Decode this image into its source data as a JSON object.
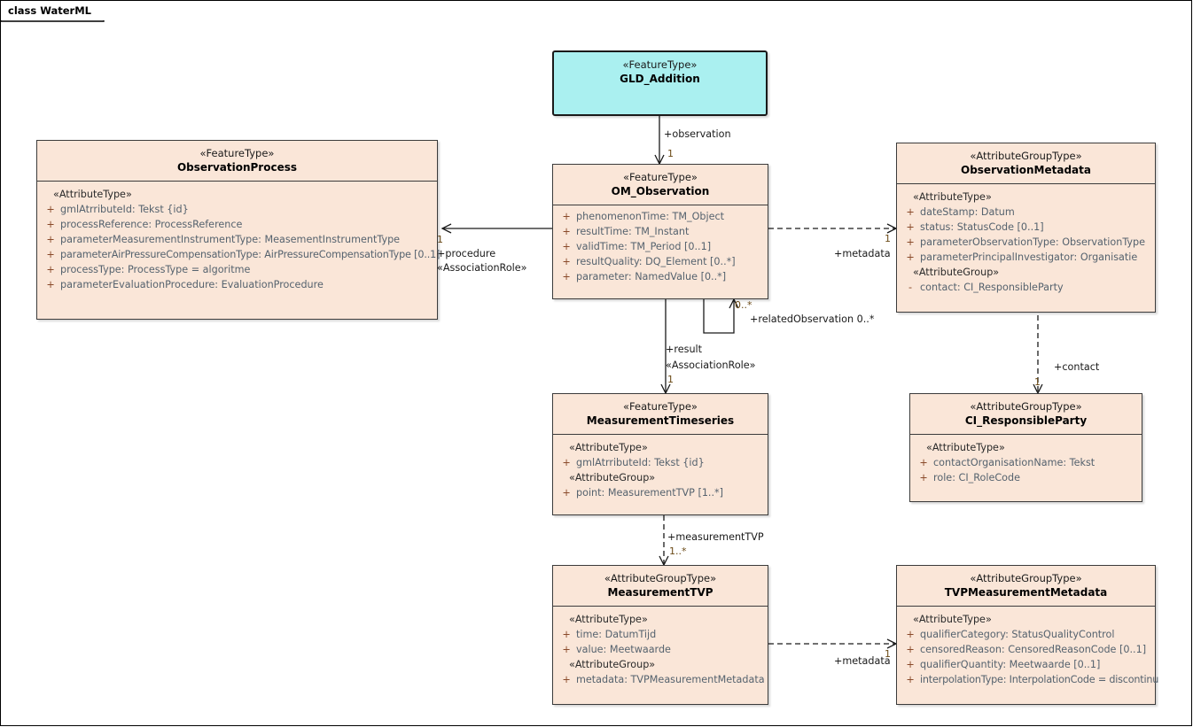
{
  "diagram": {
    "frame_title": "class WaterML",
    "title_prefix": "class",
    "title_name": "WaterML"
  },
  "colors": {
    "class_fill": "#FAE6D8",
    "highlight_fill": "#AAF0F0",
    "border": "#3B3B3B",
    "attr_text": "#55626E",
    "visibility": "#8A4A2A",
    "multiplicity": "#6B4A16",
    "canvas": "#FFFFFF"
  },
  "classes": [
    {
      "id": "gld_addition",
      "stereotype": "«FeatureType»",
      "name": "GLD_Addition",
      "highlight": true,
      "groups": []
    },
    {
      "id": "observation_process",
      "stereotype": "«FeatureType»",
      "name": "ObservationProcess",
      "highlight": false,
      "groups": [
        {
          "label": "«AttributeType»",
          "attributes": [
            {
              "visibility": "+",
              "text": "gmlAtrributeId: Tekst {id}"
            },
            {
              "visibility": "+",
              "text": "processReference: ProcessReference"
            },
            {
              "visibility": "+",
              "text": "parameterMeasurementInstrumentType: MeasementInstrumentType"
            },
            {
              "visibility": "+",
              "text": "parameterAirPressureCompensationType: AirPressureCompensationType [0..1]"
            },
            {
              "visibility": "+",
              "text": "processType: ProcessType = algoritme"
            },
            {
              "visibility": "+",
              "text": "parameterEvaluationProcedure: EvaluationProcedure"
            }
          ]
        }
      ]
    },
    {
      "id": "om_observation",
      "stereotype": "«FeatureType»",
      "name": "OM_Observation",
      "highlight": false,
      "groups": [
        {
          "label": "",
          "attributes": [
            {
              "visibility": "+",
              "text": "phenomenonTime: TM_Object"
            },
            {
              "visibility": "+",
              "text": "resultTime: TM_Instant"
            },
            {
              "visibility": "+",
              "text": "validTime: TM_Period [0..1]"
            },
            {
              "visibility": "+",
              "text": "resultQuality: DQ_Element [0..*]"
            },
            {
              "visibility": "+",
              "text": "parameter: NamedValue [0..*]"
            }
          ]
        }
      ]
    },
    {
      "id": "observation_metadata",
      "stereotype": "«AttributeGroupType»",
      "name": "ObservationMetadata",
      "highlight": false,
      "groups": [
        {
          "label": "«AttributeType»",
          "attributes": [
            {
              "visibility": "+",
              "text": "dateStamp: Datum"
            },
            {
              "visibility": "+",
              "text": "status: StatusCode [0..1]"
            },
            {
              "visibility": "+",
              "text": "parameterObservationType: ObservationType"
            },
            {
              "visibility": "+",
              "text": "parameterPrincipalInvestigator: Organisatie"
            }
          ]
        },
        {
          "label": "«AttributeGroup»",
          "attributes": [
            {
              "visibility": "-",
              "text": "contact: CI_ResponsibleParty"
            }
          ]
        }
      ]
    },
    {
      "id": "measurement_timeseries",
      "stereotype": "«FeatureType»",
      "name": "MeasurementTimeseries",
      "highlight": false,
      "groups": [
        {
          "label": "«AttributeType»",
          "attributes": [
            {
              "visibility": "+",
              "text": "gmlAtrributeId: Tekst {id}"
            }
          ]
        },
        {
          "label": "«AttributeGroup»",
          "attributes": [
            {
              "visibility": "+",
              "text": "point: MeasurementTVP [1..*]"
            }
          ]
        }
      ]
    },
    {
      "id": "ci_responsible_party",
      "stereotype": "«AttributeGroupType»",
      "name": "CI_ResponsibleParty",
      "highlight": false,
      "groups": [
        {
          "label": "«AttributeType»",
          "attributes": [
            {
              "visibility": "+",
              "text": "contactOrganisationName: Tekst"
            },
            {
              "visibility": "+",
              "text": "role: CI_RoleCode"
            }
          ]
        }
      ]
    },
    {
      "id": "measurement_tvp",
      "stereotype": "«AttributeGroupType»",
      "name": "MeasurementTVP",
      "highlight": false,
      "groups": [
        {
          "label": "«AttributeType»",
          "attributes": [
            {
              "visibility": "+",
              "text": "time: DatumTijd"
            },
            {
              "visibility": "+",
              "text": "value: Meetwaarde"
            }
          ]
        },
        {
          "label": "«AttributeGroup»",
          "attributes": [
            {
              "visibility": "+",
              "text": "metadata: TVPMeasurementMetadata"
            }
          ]
        }
      ]
    },
    {
      "id": "tvp_measurement_metadata",
      "stereotype": "«AttributeGroupType»",
      "name": "TVPMeasurementMetadata",
      "highlight": false,
      "groups": [
        {
          "label": "«AttributeType»",
          "attributes": [
            {
              "visibility": "+",
              "text": "qualifierCategory: StatusQualityControl"
            },
            {
              "visibility": "+",
              "text": "censoredReason: CensoredReasonCode [0..1]"
            },
            {
              "visibility": "+",
              "text": "qualifierQuantity: Meetwaarde [0..1]"
            },
            {
              "visibility": "+",
              "text": "interpolationType: InterpolationCode = discontinu"
            }
          ]
        }
      ]
    }
  ],
  "connectors": [
    {
      "id": "observation",
      "role": "+observation",
      "multiplicity": "1",
      "stereotype": "",
      "from": "gld_addition",
      "to": "om_observation",
      "style": "solid"
    },
    {
      "id": "procedure",
      "role": "+procedure",
      "multiplicity": "1",
      "stereotype": "«AssociationRole»",
      "from": "om_observation",
      "to": "observation_process",
      "style": "solid"
    },
    {
      "id": "related_observation",
      "role": "+relatedObservation 0..*",
      "multiplicity": "0..*",
      "stereotype": "",
      "from": "om_observation",
      "to": "om_observation",
      "style": "solid"
    },
    {
      "id": "metadata_observation",
      "role": "+metadata",
      "multiplicity": "1",
      "stereotype": "",
      "from": "om_observation",
      "to": "observation_metadata",
      "style": "dashed"
    },
    {
      "id": "contact",
      "role": "+contact",
      "multiplicity": "1",
      "stereotype": "",
      "from": "observation_metadata",
      "to": "ci_responsible_party",
      "style": "dashed"
    },
    {
      "id": "result",
      "role": "+result",
      "multiplicity": "1",
      "stereotype": "«AssociationRole»",
      "from": "om_observation",
      "to": "measurement_timeseries",
      "style": "solid"
    },
    {
      "id": "measurement_tvp_conn",
      "role": "+measurementTVP",
      "multiplicity": "1..*",
      "stereotype": "",
      "from": "measurement_timeseries",
      "to": "measurement_tvp",
      "style": "dashed"
    },
    {
      "id": "metadata_tvp",
      "role": "+metadata",
      "multiplicity": "1",
      "stereotype": "",
      "from": "measurement_tvp",
      "to": "tvp_measurement_metadata",
      "style": "dashed"
    }
  ]
}
